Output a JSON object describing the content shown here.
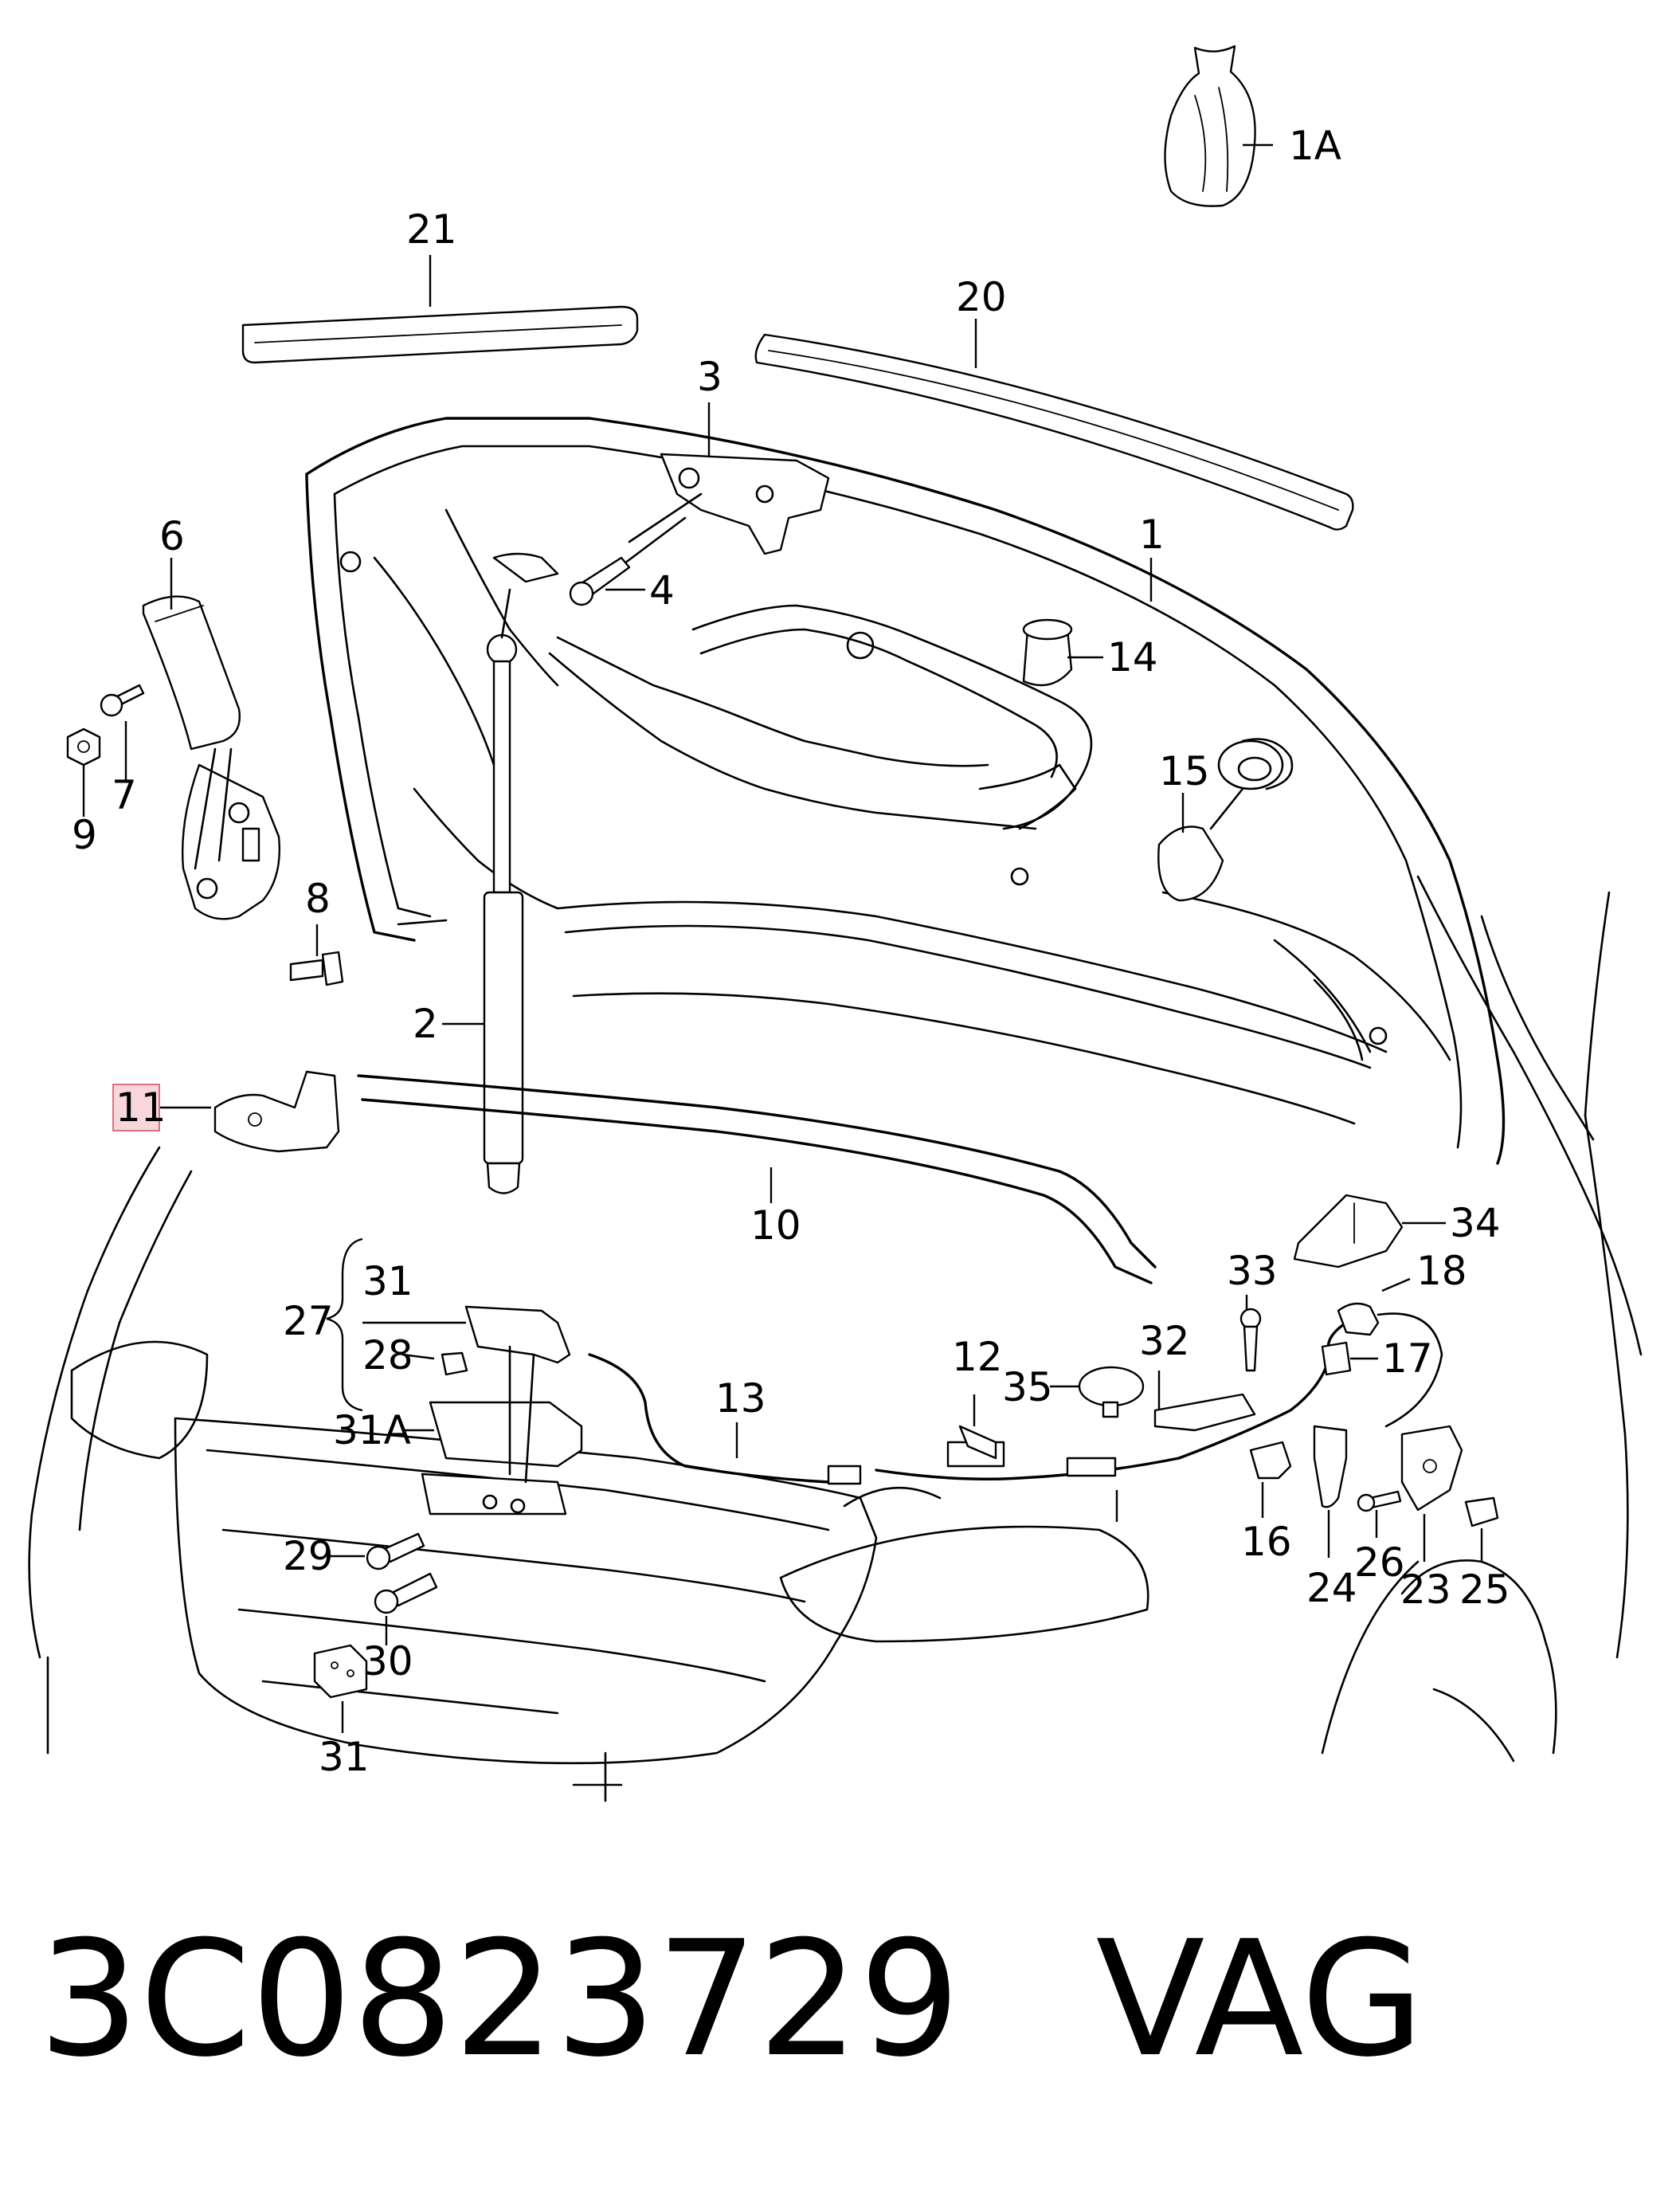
{
  "callouts": {
    "c1": "1",
    "c1A": "1A",
    "c2": "2",
    "c3": "3",
    "c4": "4",
    "c6": "6",
    "c7": "7",
    "c8": "8",
    "c9": "9",
    "c10": "10",
    "c11": "11",
    "c12": "12",
    "c13": "13",
    "c14": "14",
    "c15": "15",
    "c16": "16",
    "c17": "17",
    "c18": "18",
    "c20": "20",
    "c21": "21",
    "c23": "23",
    "c24": "24",
    "c25": "25",
    "c26": "26",
    "c27": "27",
    "c28": "28",
    "c29": "29",
    "c30": "30",
    "c31a": "31",
    "c31b": "31",
    "c31A": "31A",
    "c32": "32",
    "c33": "33",
    "c34": "34",
    "c35": "35"
  },
  "highlight": {
    "callout": "11",
    "color": "#f7d6dc",
    "border": "#e0707e"
  },
  "footer": {
    "part_number": "3C0823729",
    "brand": "VAG"
  }
}
